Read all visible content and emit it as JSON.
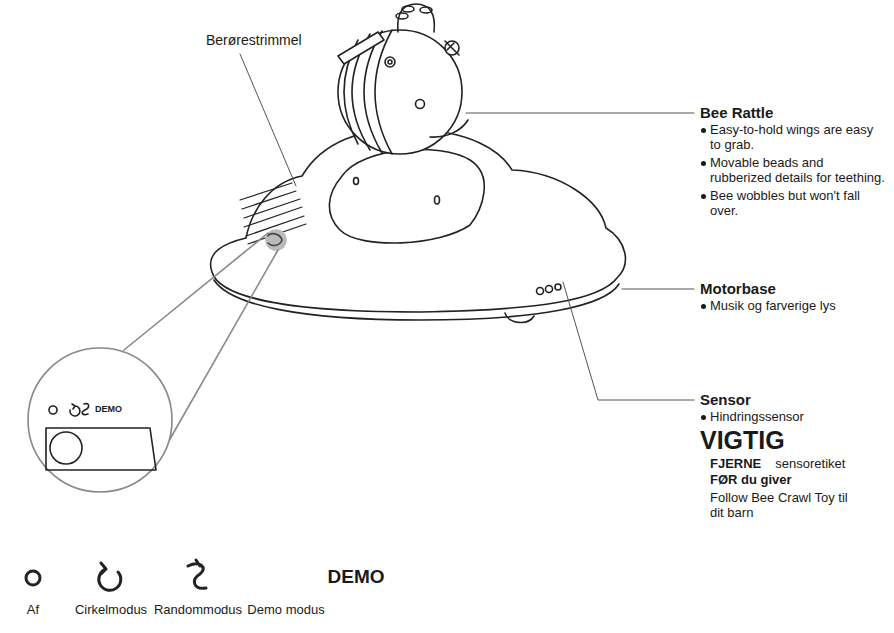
{
  "diagram": {
    "labels": [
      "Berørestrimmel",
      "Bee Rattle",
      "Easy-to-hold wings are easy to grab.",
      "Movable beads and rubberized details for teething.",
      "Bee wobbles but won't fall over.",
      "Motorbase",
      "Musik og farverige lys",
      "Sensor",
      "Hindringssensor",
      "VIGTIG",
      "FJERNE",
      "sensoretiket",
      "FØR du giver",
      "Follow Bee Crawl Toy til dit barn",
      "DEMO",
      "DEMO",
      "Af",
      "Cirkelmodus",
      "Randommodus",
      "Demo modus"
    ]
  }
}
